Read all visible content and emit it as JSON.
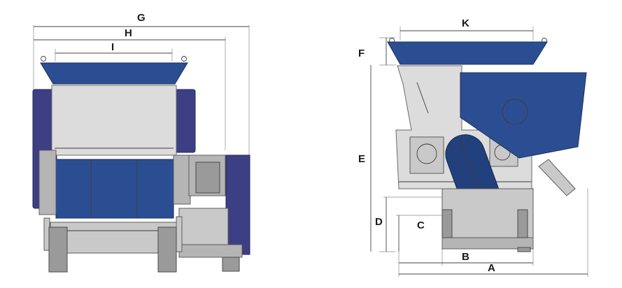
{
  "figure": {
    "dimension_labels": {
      "front_view": [
        "G",
        "H",
        "I"
      ],
      "side_view": [
        "K",
        "F",
        "E",
        "D",
        "C",
        "B",
        "A"
      ]
    },
    "colors": {
      "hopper_blue": "#2b4e93",
      "side_panel_navy": "#3d3f84",
      "frame_grey": "#c9c9c9",
      "background": "#ffffff"
    }
  }
}
